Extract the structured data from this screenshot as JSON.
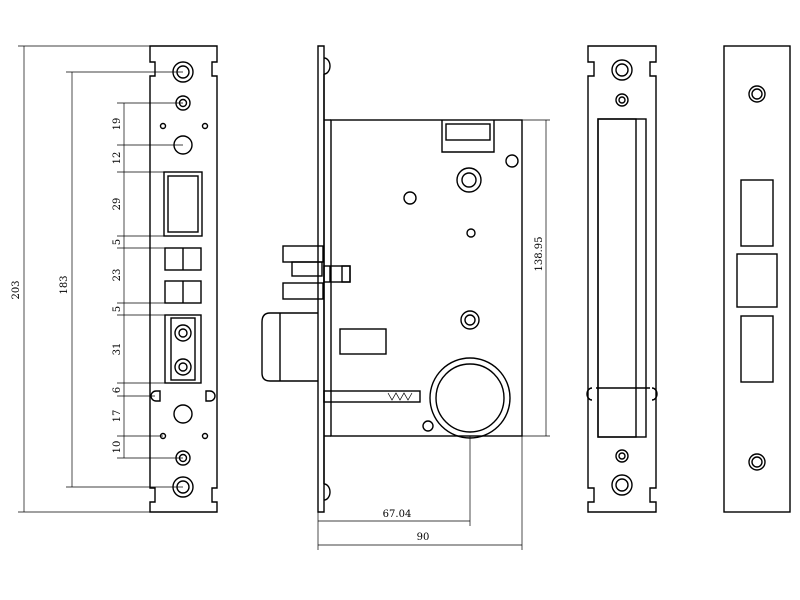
{
  "dimensions": {
    "overall_height": "203",
    "hole_spacing": "183",
    "seg_19": "19",
    "seg_12": "12",
    "seg_29": "29",
    "seg_5a": "5",
    "seg_23": "23",
    "seg_5b": "5",
    "seg_31": "31",
    "seg_6": "6",
    "seg_17": "17",
    "seg_10": "10",
    "case_height": "138.95",
    "backset": "67.04",
    "case_depth": "90"
  }
}
